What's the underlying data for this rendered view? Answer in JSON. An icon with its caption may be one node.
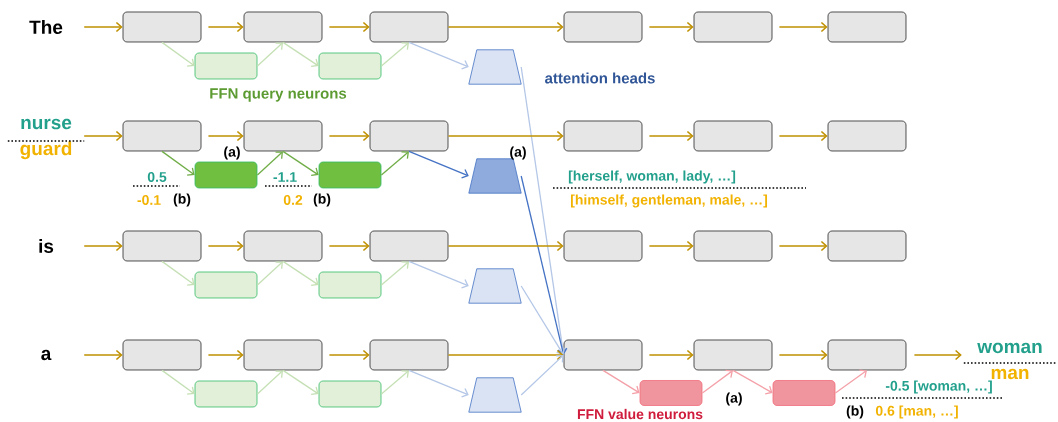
{
  "diagram": {
    "nodes": [
      {
        "text": [
          "The"
        ]
      },
      {
        "text": [],
        "shape": "box"
      },
      {
        "text": [],
        "shape": "box"
      },
      {
        "text": [],
        "shape": "box"
      },
      {
        "text": [],
        "shape": "box"
      },
      {
        "text": [],
        "shape": "box"
      },
      {
        "text": [],
        "shape": "trapezoid"
      },
      {
        "text": [],
        "shape": "box"
      },
      {
        "text": [],
        "shape": "box"
      },
      {
        "text": [],
        "shape": "box"
      },
      {
        "text": [
          "nurse",
          "guard"
        ]
      },
      {
        "text": [],
        "shape": "box"
      },
      {
        "text": [],
        "shape": "box"
      },
      {
        "text": [],
        "shape": "box"
      },
      {
        "text": [],
        "shape": "box"
      },
      {
        "text": [],
        "shape": "box"
      },
      {
        "text": [],
        "shape": "trapezoid"
      },
      {
        "text": [],
        "shape": "box"
      },
      {
        "text": [],
        "shape": "box"
      },
      {
        "text": [],
        "shape": "box"
      },
      {
        "text": [
          "is"
        ]
      },
      {
        "text": [],
        "shape": "box"
      },
      {
        "text": [],
        "shape": "box"
      },
      {
        "text": [],
        "shape": "box"
      },
      {
        "text": [],
        "shape": "box"
      },
      {
        "text": [],
        "shape": "box"
      },
      {
        "text": [],
        "shape": "trapezoid"
      },
      {
        "text": [],
        "shape": "box"
      },
      {
        "text": [],
        "shape": "box"
      },
      {
        "text": [],
        "shape": "box"
      },
      {
        "text": [
          "a"
        ]
      },
      {
        "text": [],
        "shape": "box"
      },
      {
        "text": [],
        "shape": "box"
      },
      {
        "text": [],
        "shape": "box"
      },
      {
        "text": [],
        "shape": "box"
      },
      {
        "text": [],
        "shape": "box"
      },
      {
        "text": [],
        "shape": "trapezoid"
      },
      {
        "text": [],
        "shape": "box"
      },
      {
        "text": [],
        "shape": "box"
      },
      {
        "text": [],
        "shape": "box"
      },
      {
        "text": [],
        "shape": "box"
      },
      {
        "text": [],
        "shape": "box"
      },
      {
        "text": [
          "woman",
          "man"
        ]
      }
    ],
    "edges": [
      {
        "from": 0,
        "to": 1,
        "arrow": "to"
      },
      {
        "from": 1,
        "to": 2,
        "arrow": "to"
      },
      {
        "from": 2,
        "to": 3,
        "arrow": "to"
      },
      {
        "from": 3,
        "to": 7,
        "arrow": "to"
      },
      {
        "from": 7,
        "to": 8,
        "arrow": "to"
      },
      {
        "from": 8,
        "to": 9,
        "arrow": "to"
      },
      {
        "from": 1,
        "to": 4,
        "arrow": "to",
        "color": "#c5e0b4"
      },
      {
        "from": 4,
        "to": 2,
        "arrow": "to",
        "color": "#c5e0b4"
      },
      {
        "from": 2,
        "to": 5,
        "arrow": "to",
        "color": "#c5e0b4"
      },
      {
        "from": 5,
        "to": 3,
        "arrow": "to",
        "color": "#c5e0b4"
      },
      {
        "from": 3,
        "to": 6,
        "arrow": "to",
        "color": "#b4c7e7"
      },
      {
        "from": 6,
        "to": 37,
        "arrow": "to",
        "color": "#b4c7e7"
      },
      {
        "from": 10,
        "to": 11,
        "arrow": "to"
      },
      {
        "from": 11,
        "to": 12,
        "arrow": "to"
      },
      {
        "from": 12,
        "to": 13,
        "arrow": "to"
      },
      {
        "from": 13,
        "to": 17,
        "arrow": "to"
      },
      {
        "from": 17,
        "to": 18,
        "arrow": "to"
      },
      {
        "from": 18,
        "to": 19,
        "arrow": "to"
      },
      {
        "from": 11,
        "to": 14,
        "arrow": "to",
        "color": "#70ad47"
      },
      {
        "from": 14,
        "to": 12,
        "arrow": "to",
        "color": "#70ad47"
      },
      {
        "from": 12,
        "to": 15,
        "arrow": "to",
        "color": "#70ad47"
      },
      {
        "from": 15,
        "to": 13,
        "arrow": "to",
        "color": "#70ad47"
      },
      {
        "from": 13,
        "to": 16,
        "arrow": "to",
        "color": "#4472c4"
      },
      {
        "from": 16,
        "to": 37,
        "arrow": "to",
        "color": "#4472c4"
      },
      {
        "from": 20,
        "to": 21,
        "arrow": "to"
      },
      {
        "from": 21,
        "to": 22,
        "arrow": "to"
      },
      {
        "from": 22,
        "to": 23,
        "arrow": "to"
      },
      {
        "from": 23,
        "to": 27,
        "arrow": "to"
      },
      {
        "from": 27,
        "to": 28,
        "arrow": "to"
      },
      {
        "from": 28,
        "to": 29,
        "arrow": "to"
      },
      {
        "from": 21,
        "to": 24,
        "arrow": "to",
        "color": "#c5e0b4"
      },
      {
        "from": 24,
        "to": 22,
        "arrow": "to",
        "color": "#c5e0b4"
      },
      {
        "from": 22,
        "to": 25,
        "arrow": "to",
        "color": "#c5e0b4"
      },
      {
        "from": 25,
        "to": 23,
        "arrow": "to",
        "color": "#c5e0b4"
      },
      {
        "from": 23,
        "to": 26,
        "arrow": "to",
        "color": "#b4c7e7"
      },
      {
        "from": 26,
        "to": 37,
        "arrow": "to",
        "color": "#b4c7e7"
      },
      {
        "from": 30,
        "to": 31,
        "arrow": "to"
      },
      {
        "from": 31,
        "to": 32,
        "arrow": "to"
      },
      {
        "from": 32,
        "to": 33,
        "arrow": "to"
      },
      {
        "from": 33,
        "to": 37,
        "arrow": "to"
      },
      {
        "from": 37,
        "to": 38,
        "arrow": "to"
      },
      {
        "from": 38,
        "to": 39,
        "arrow": "to"
      },
      {
        "from": 31,
        "to": 34,
        "arrow": "to",
        "color": "#c5e0b4"
      },
      {
        "from": 34,
        "to": 32,
        "arrow": "to",
        "color": "#c5e0b4"
      },
      {
        "from": 32,
        "to": 35,
        "arrow": "to",
        "color": "#c5e0b4"
      },
      {
        "from": 35,
        "to": 33,
        "arrow": "to",
        "color": "#c5e0b4"
      },
      {
        "from": 33,
        "to": 36,
        "arrow": "to",
        "color": "#b4c7e7"
      },
      {
        "from": 36,
        "to": 37,
        "arrow": "to",
        "color": "#b4c7e7"
      },
      {
        "from": 37,
        "to": 40,
        "arrow": "to",
        "color": "#f4a0a8"
      },
      {
        "from": 40,
        "to": 38,
        "arrow": "to",
        "color": "#f4a0a8"
      },
      {
        "from": 38,
        "to": 41,
        "arrow": "to",
        "color": "#f4a0a8"
      },
      {
        "from": 41,
        "to": 39,
        "arrow": "to",
        "color": "#f4a0a8"
      },
      {
        "from": 39,
        "to": 42,
        "arrow": "to"
      }
    ],
    "labels": [
      "FFN query neurons",
      "attention heads",
      "(a)",
      "(a)",
      "0.5",
      "-1.1",
      "[herself, woman, lady, …]",
      "-0.1",
      "(b)",
      "0.2",
      "(b)",
      "[himself, gentleman, male, …]",
      "-0.5 [woman, …]",
      "(a)",
      "FFN value neurons",
      "(b)",
      "0.6 [man, …]"
    ]
  }
}
